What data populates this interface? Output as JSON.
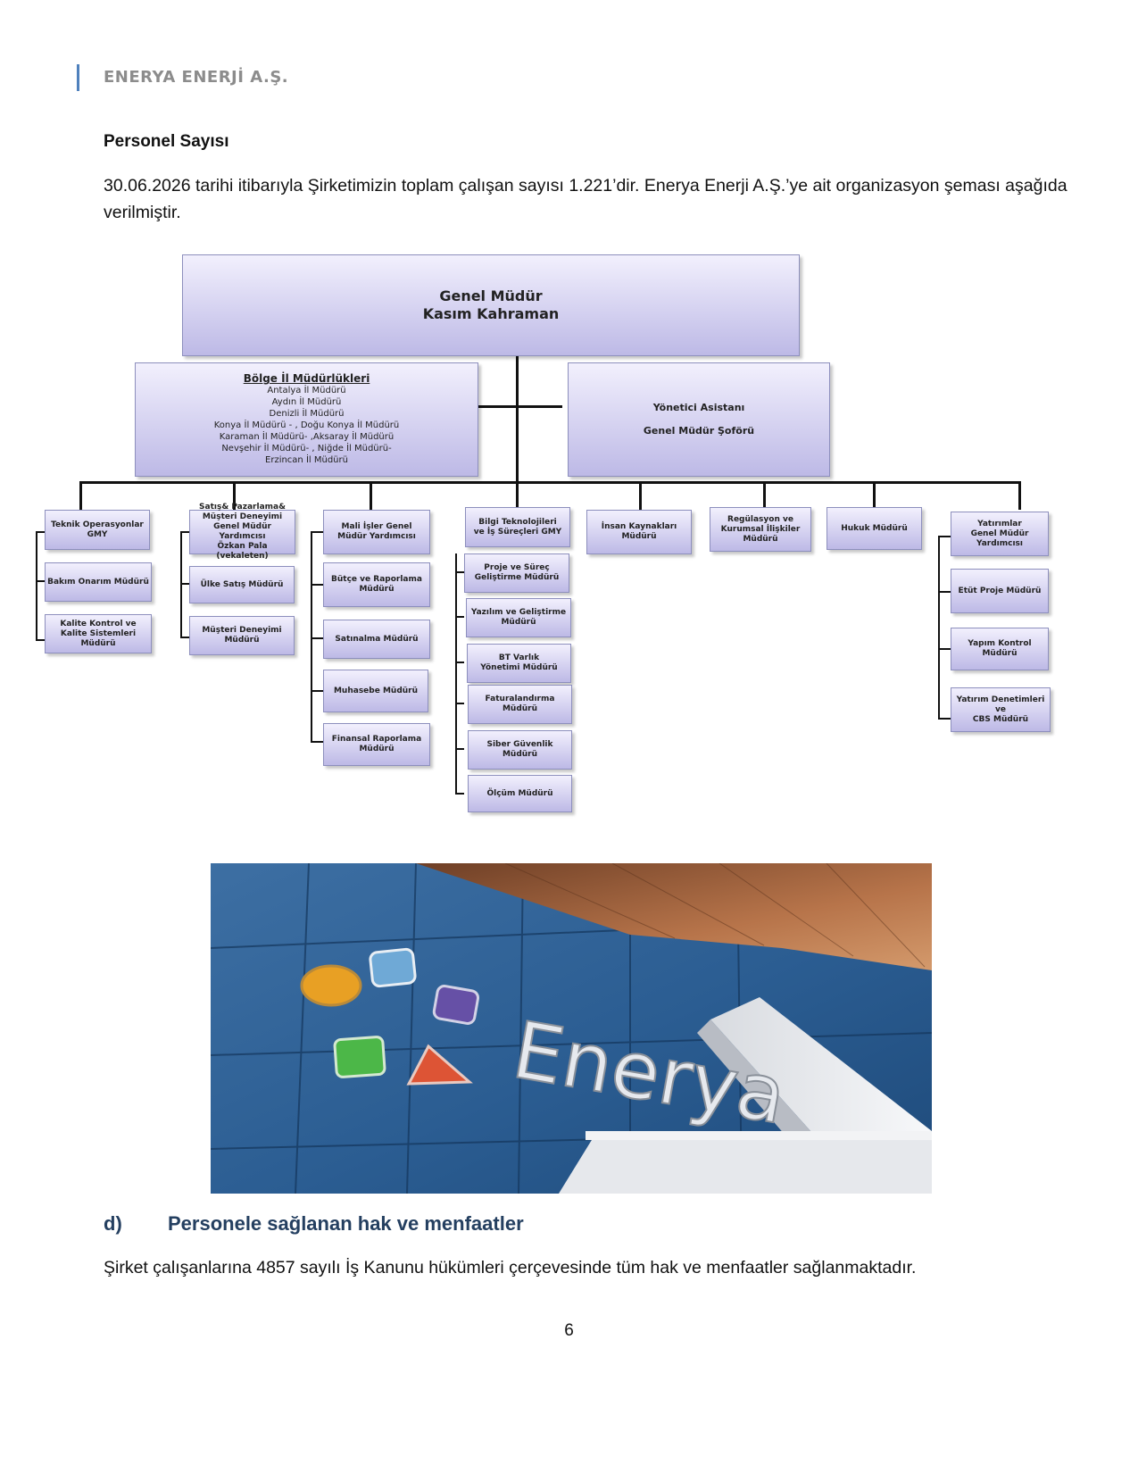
{
  "header": {
    "company": "ENERYA ENERJİ A.Ş."
  },
  "section": {
    "title": "Personel Sayısı",
    "paragraph": "30.06.2026 tarihi itibarıyla Şirketimizin toplam çalışan sayısı 1.221’dir. Enerya Enerji A.Ş.’ye ait organizasyon şeması aşağıda verilmiştir."
  },
  "org": {
    "top": "Genel Müdür\nKasım Kahraman",
    "regional": {
      "title": "Bölge İl Müdürlükleri",
      "lines": [
        "Antalya İl Müdürü",
        "Aydın İl Müdürü",
        "Denizli İl Müdürü",
        "Konya İl Müdürü -   , Doğu Konya İl Müdürü",
        "Karaman İl Müdürü-  ,Aksaray İl  Müdürü",
        "Nevşehir İl Müdürü-   , Niğde İl Müdürü-",
        "Erzincan İl Müdürü"
      ]
    },
    "assistant": {
      "line1": "Yönetici Asistanı",
      "line2": "Genel Müdür Şoförü"
    },
    "columns": [
      {
        "head": "Teknik Operasyonlar GMY",
        "subs": [
          "Bakım Onarım Müdürü",
          "Kalite Kontrol ve\nKalite Sistemleri Müdürü"
        ]
      },
      {
        "head": "Satış& Pazarlama&\nMüşteri Deneyimi\nGenel Müdür Yardımcısı\nÖzkan Pala (vekaleten)",
        "subs": [
          "Ülke Satış Müdürü",
          "Müşteri Deneyimi\nMüdürü"
        ]
      },
      {
        "head": "Mali İşler Genel\nMüdür Yardımcısı",
        "subs": [
          "Bütçe ve Raporlama\nMüdürü",
          "Satınalma Müdürü",
          "Muhasebe Müdürü",
          "Finansal Raporlama Müdürü"
        ]
      },
      {
        "head": "Bilgi Teknolojileri\nve İş Süreçleri GMY",
        "subs": [
          "Proje ve Süreç\nGeliştirme Müdürü",
          "Yazılım ve Geliştirme\nMüdürü",
          "BT Varlık\nYönetimi Müdürü",
          "Faturalandırma Müdürü",
          "Siber Güvenlik Müdürü",
          "Ölçüm Müdürü"
        ]
      },
      {
        "head": "İnsan Kaynakları\nMüdürü",
        "subs": []
      },
      {
        "head": "Regülasyon ve\nKurumsal İlişkiler Müdürü",
        "subs": []
      },
      {
        "head": "Hukuk Müdürü",
        "subs": []
      },
      {
        "head": "Yatırımlar\nGenel Müdür Yardımcısı",
        "subs": [
          "Etüt Proje Müdürü",
          "Yapım Kontrol Müdürü",
          "Yatırım Denetimleri ve\nCBS  Müdürü"
        ]
      }
    ]
  },
  "photo": {
    "sign_text": "Enerya",
    "colors": {
      "orange": "#e8a024",
      "lightblue": "#6fa9d6",
      "purple": "#6650a6",
      "green": "#4cb748",
      "red": "#dd5435"
    }
  },
  "section_d": {
    "letter": "d)",
    "title": "Personele sağlanan hak ve menfaatler",
    "paragraph": "Şirket çalışanlarına 4857 sayılı İş Kanunu hükümleri çerçevesinde tüm hak ve menfaatler sağlanmaktadır."
  },
  "page_number": "6"
}
